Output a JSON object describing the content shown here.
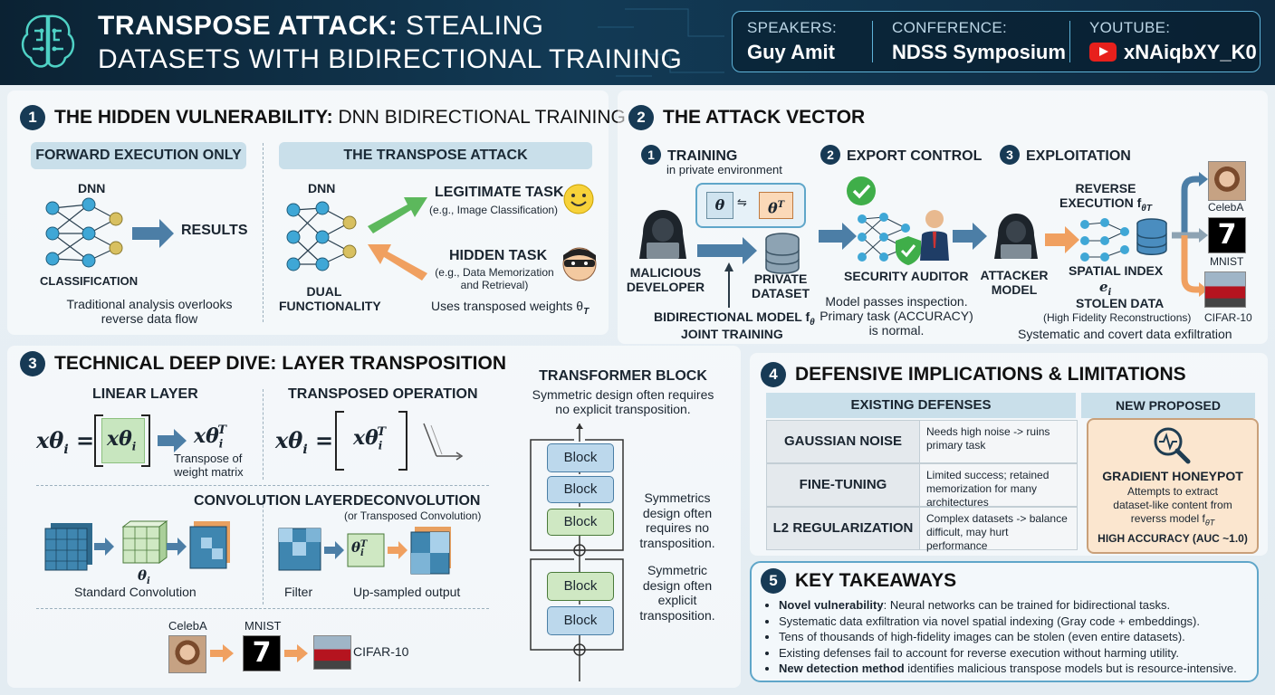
{
  "header": {
    "title_bold": "TRANSPOSE ATTACK:",
    "title_rest_line1": "STEALING",
    "title_line2": "DATASETS WITH BIDIRECTIONAL TRAINING",
    "speakers_label": "SPEAKERS:",
    "speakers_value": "Guy Amit",
    "conference_label": "CONFERENCE:",
    "conference_value": "NDSS Symposium",
    "youtube_label": "YOUTUBE:",
    "youtube_value": "xNAiqbXY_K0"
  },
  "s1": {
    "num": "1",
    "title_bold": "THE HIDDEN VULNERABILITY:",
    "title_rest": "DNN BIDIRECTIONAL TRAINING",
    "left_pill": "FORWARD EXECUTION ONLY",
    "right_pill": "THE TRANSPOSE ATTACK",
    "dnn": "DNN",
    "results": "RESULTS",
    "classification": "CLASSIFICATION",
    "note_line1": "Traditional analysis overlooks",
    "note_line2": "reverse data flow",
    "dnn2": "DNN",
    "legit_task": "LEGITIMATE TASK",
    "legit_sub": "(e.g., Image Classification)",
    "hidden_task": "HIDDEN TASK",
    "hidden_sub1": "(e.g., Data Memorization",
    "hidden_sub2": "and Retrieval)",
    "dual1": "DUAL",
    "dual2": "FUNCTIONALITY",
    "uses": "Uses transposed weights θ",
    "uses_sub": "T"
  },
  "s2": {
    "num": "2",
    "title": "THE ATTACK VECTOR",
    "step1_num": "1",
    "step1": "TRAINING",
    "step1_sub": "in private environment",
    "step2_num": "2",
    "step2": "EXPORT CONTROL",
    "step3_num": "3",
    "step3": "EXPLOITATION",
    "theta": "θ",
    "theta_t": "θ",
    "theta_t_sup": "T",
    "malicious1": "MALICIOUS",
    "malicious2": "DEVELOPER",
    "private1": "PRIVATE",
    "private2": "DATASET",
    "bimodel": "BIDIRECTIONAL MODEL f",
    "bimodel_sub": "θ",
    "joint": "JOINT TRAINING",
    "auditor": "SECURITY AUDITOR",
    "passes1": "Model passes inspection.",
    "passes2": "Primary task (ACCURACY)",
    "passes3": "is normal.",
    "attacker1": "ATTACKER",
    "attacker2": "MODEL",
    "reverse1": "REVERSE",
    "reverse2": "EXECUTION f",
    "reverse_sub": "θT",
    "spatial": "SPATIAL INDEX",
    "spatial_e": "e",
    "spatial_sub": "i",
    "stolen": "STOLEN DATA",
    "stolen_sub": "(High Fidelity Reconstructions)",
    "exfil": "Systematic and covert data exfiltration",
    "celeba": "CelebA",
    "mnist": "MNIST",
    "mnist_digit": "7",
    "cifar": "CIFAR-10"
  },
  "s3": {
    "num": "3",
    "title": "TECHNICAL DEEP DIVE: LAYER TRANSPOSITION",
    "linear": "LINEAR LAYER",
    "transposed_op": "TRANSPOSED OPERATION",
    "f_lhs": "xθ",
    "f_i": "i",
    "f_eq": "=",
    "f_in": "xθ",
    "f_res": "xθ",
    "f_t": "T",
    "transpose_note1": "Transpose of",
    "transpose_note2": "weight matrix",
    "conv": "CONVOLUTION LAYER",
    "deconv": "DECONVOLUTION",
    "deconv_sub": "(or Transposed Convolution)",
    "theta_i": "θ",
    "std_conv": "Standard Convolution",
    "filter": "Filter",
    "upsampled": "Up-sampled output",
    "celeba": "CelebA",
    "mnist": "MNIST",
    "mnist_digit": "7",
    "cifar": "CIFAR-10",
    "tb_title": "TRANSFORMER BLOCK",
    "tb_sub1": "Symmetric design often requires",
    "tb_sub2": "no explicit transposition.",
    "block": "Block",
    "sym1_1": "Symmetrics",
    "sym1_2": "design often",
    "sym1_3": "requires no",
    "sym1_4": "transposition.",
    "sym2_1": "Symmetric",
    "sym2_2": "design often",
    "sym2_3": "explicit",
    "sym2_4": "transposition."
  },
  "s4": {
    "num": "4",
    "title": "DEFENSIVE IMPLICATIONS & LIMITATIONS",
    "existing": "EXISTING DEFENSES",
    "new_detect": "NEW PROPOSED DETECTION",
    "rows": [
      {
        "k": "GAUSSIAN NOISE",
        "v": "Needs high noise -> ruins primary task"
      },
      {
        "k": "FINE-TUNING",
        "v": "Limited success; retained memorization for many architectures"
      },
      {
        "k": "L2 REGULARIZATION",
        "v": "Complex datasets -> balance difficult, may hurt performance"
      }
    ],
    "honeypot": "GRADIENT HONEYPOT",
    "honey1": "Attempts to extract",
    "honey2": "dataset-like content from",
    "honey3": "reverss model f",
    "honey3_sub": "θT",
    "honey_acc": "HIGH ACCURACY (AUC ~1.0)"
  },
  "s5": {
    "num": "5",
    "title": "KEY TAKEAWAYS",
    "b1_bold": "Novel vulnerability",
    "b1_rest": ": Neural networks can be trained for bidirectional tasks.",
    "b2": "Systematic data exfiltration via novel spatial indexing (Gray code + embeddings).",
    "b3": "Tens of thousands of high-fidelity images can be stolen (even entire datasets).",
    "b4": "Existing defenses fail to account for reverse execution without harming utility.",
    "b5_bold": "New detection method",
    "b5_rest": " identifies malicious transpose models but is resource-intensive."
  }
}
